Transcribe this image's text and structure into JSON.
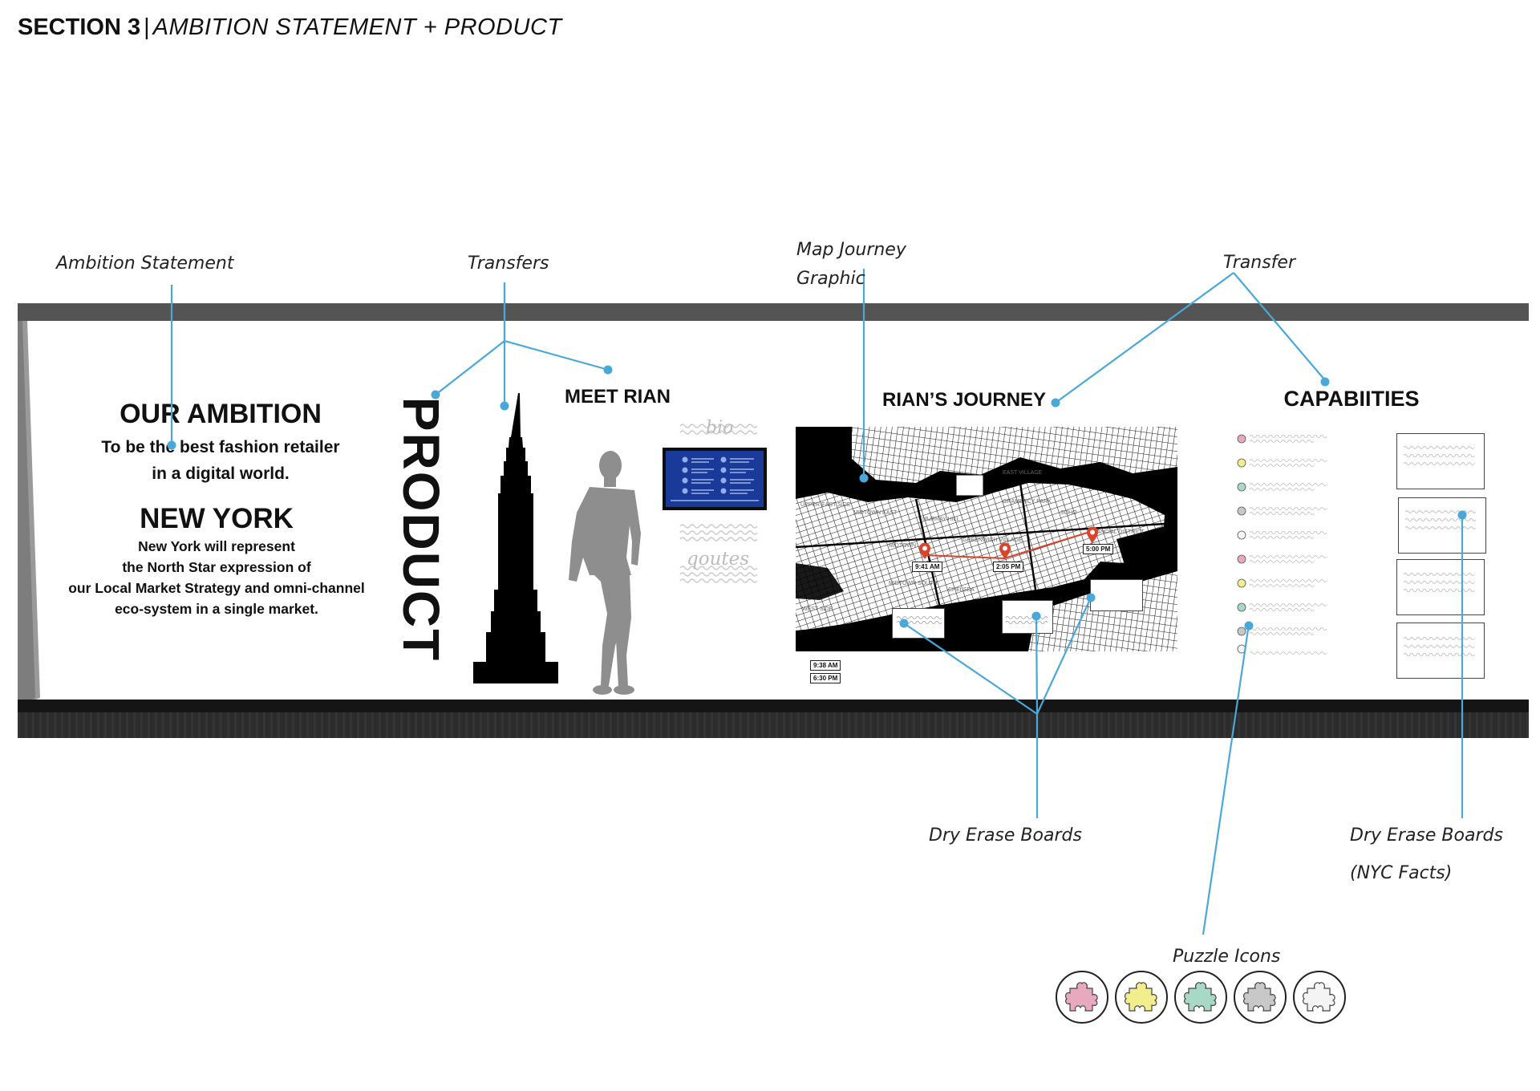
{
  "header": {
    "section": "SECTION 3",
    "divider": "|",
    "subtitle": "AMBITION STATEMENT + PRODUCT"
  },
  "callouts": {
    "ambition_statement": "Ambition Statement",
    "transfers": "Transfers",
    "map_journey_line1": "Map Journey",
    "map_journey_line2": "Graphic",
    "transfer": "Transfer",
    "dry_erase_boards_1": "Dry Erase Boards",
    "dry_erase_boards_2": "Dry Erase Boards",
    "nyc_facts": "(NYC Facts)",
    "puzzle_icons": "Puzzle Icons"
  },
  "wall": {
    "ambition_heading": "OUR AMBITION",
    "ambition_line1": "To be the best fashion retailer",
    "ambition_line2": "in a digital world.",
    "ny_heading": "NEW YORK",
    "ny_line1": "New York will represent",
    "ny_line2": "the North Star expression of",
    "ny_line3": "our Local Market Strategy and omni-channel",
    "ny_line4": "eco-system in a single market.",
    "product": "PRODUCT",
    "meet_rian": "MEET RIAN",
    "bio": "bio",
    "quotes": "qoutes",
    "journey_heading": "RIAN’S JOURNEY",
    "capabilities_heading": "CAPABIITIES",
    "time_1": "9:41 AM",
    "time_2": "2:05 PM",
    "time_3": "5:00 PM",
    "legend_time_1": "9:38 AM",
    "legend_time_2": "6:30 PM",
    "map_labels": [
      "UPPER EAST SIDE",
      "MIDTOWN EAST",
      "MURRAY HILL",
      "MIDTOWN",
      "GREENWICH VILLAGE",
      "GRAMERCY PARK",
      "EAST VILLAGE",
      "CHELSEA",
      "MIDTOWN SOUTH",
      "WEST SIDE",
      "SOHO",
      "FINANCIAL DISTRICT"
    ]
  },
  "colors": {
    "accent_line": "#4aa8d8",
    "pin_red": "#d9442b",
    "wall_top": "#545454",
    "floor": "#2c2c2c",
    "puzzle_pink": "#e8a9bf",
    "puzzle_yellow": "#f2ee8e",
    "puzzle_mint": "#a8d9c6",
    "puzzle_grey": "#c8c8c8",
    "puzzle_white": "#f4f4f4"
  },
  "icons": [
    "puzzle-pink-icon",
    "puzzle-yellow-icon",
    "puzzle-mint-icon",
    "puzzle-grey-icon",
    "puzzle-white-icon",
    "location-pin-icon",
    "empire-state-silhouette",
    "person-silhouette"
  ]
}
